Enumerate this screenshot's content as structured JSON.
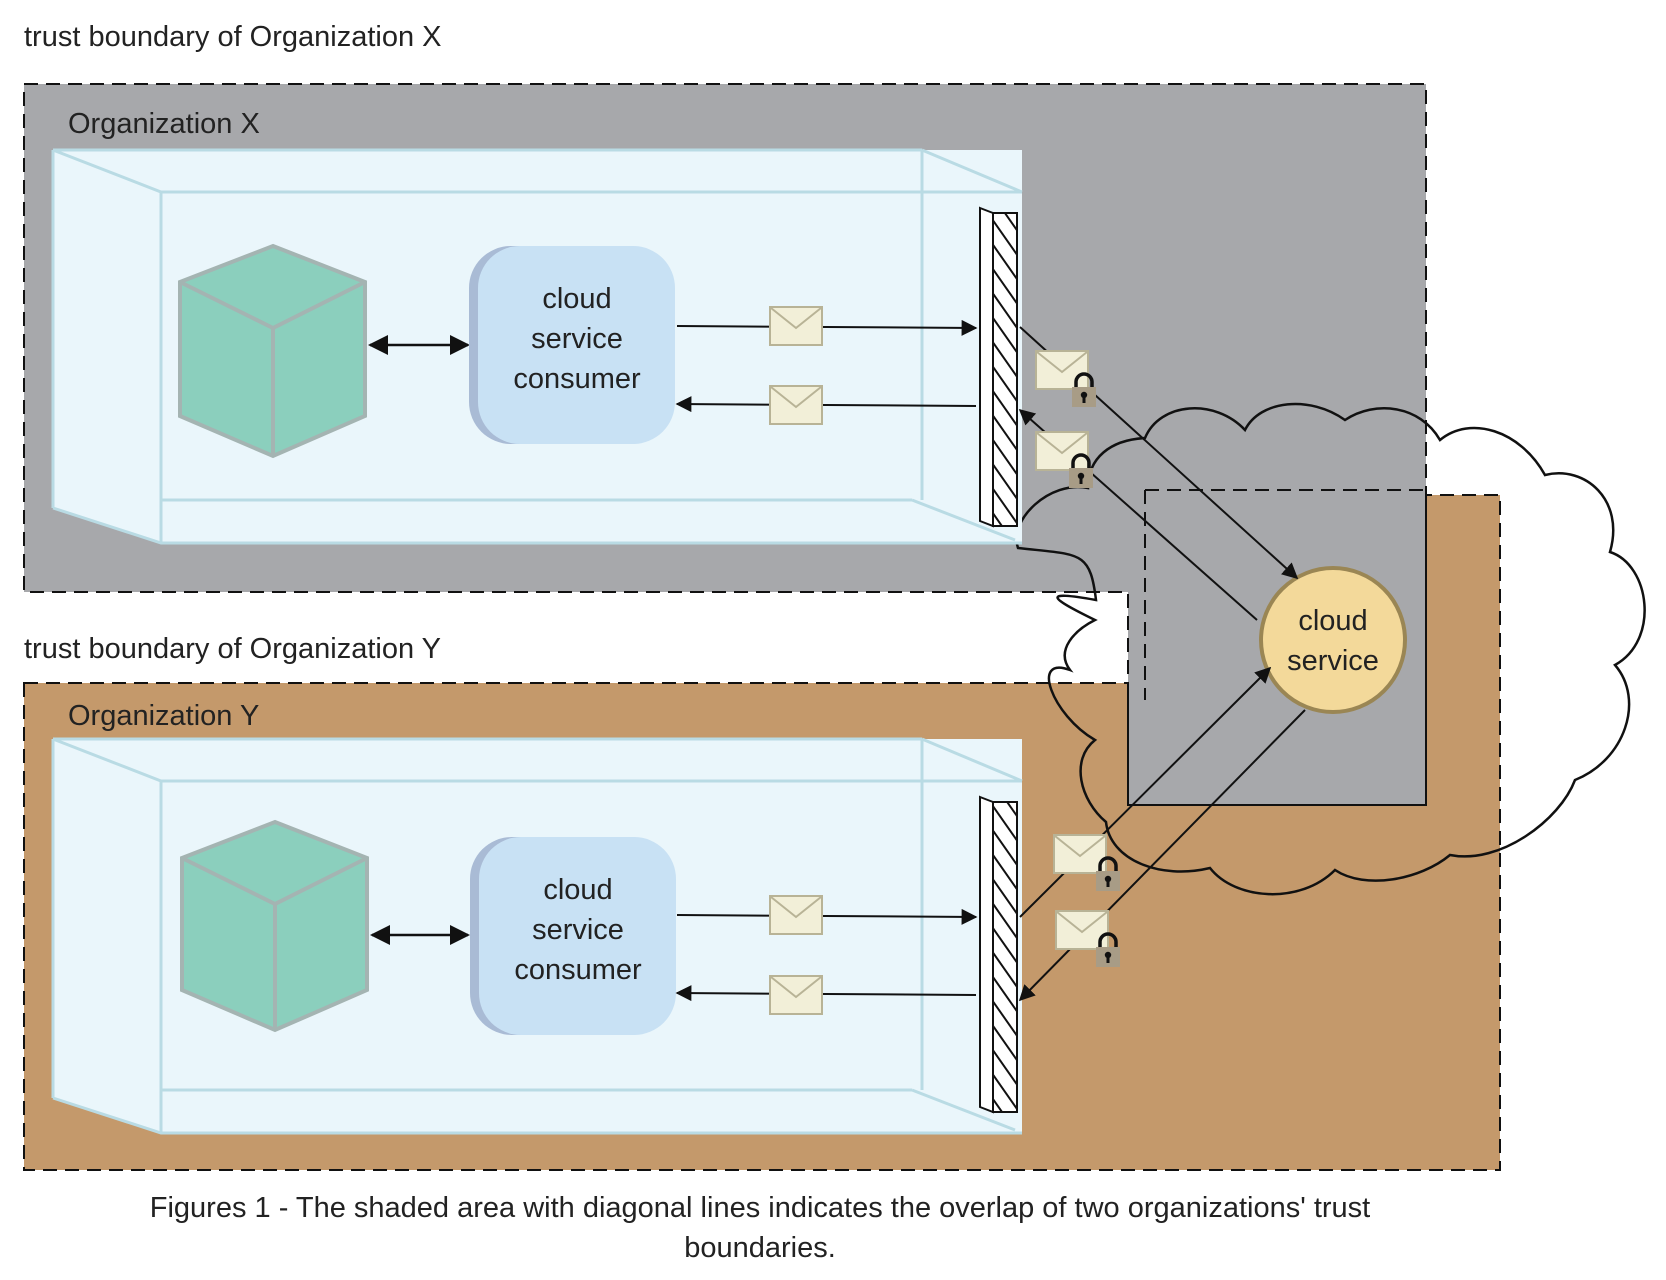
{
  "labels": {
    "trust_boundary_x": "trust boundary of Organization X",
    "trust_boundary_y": "trust boundary of Organization Y",
    "org_x": "Organization X",
    "org_y": "Organization Y"
  },
  "consumer_x": {
    "lines": [
      "cloud",
      "service",
      "consumer"
    ]
  },
  "consumer_y": {
    "lines": [
      "cloud",
      "service",
      "consumer"
    ]
  },
  "cloud_service": {
    "lines": [
      "cloud",
      "service"
    ]
  },
  "caption": {
    "line1": "Figures 1 - The shaded area with diagonal lines indicates the overlap of two organizations' trust",
    "line2": "boundaries."
  },
  "colors": {
    "org_x_fill": "#a7a8ab",
    "org_y_fill": "#c4996b",
    "room_fill": "#eaf6fb",
    "room_edge": "#b9dbe4",
    "server_cube": "#8bcfbd",
    "consumer_fill": "#c8e1f4",
    "consumer_shadow": "#a9bbd5",
    "cloud_service_fill": "#f3d99a",
    "cloud_service_stroke": "#9a8654",
    "envelope": "#f2efd8"
  }
}
